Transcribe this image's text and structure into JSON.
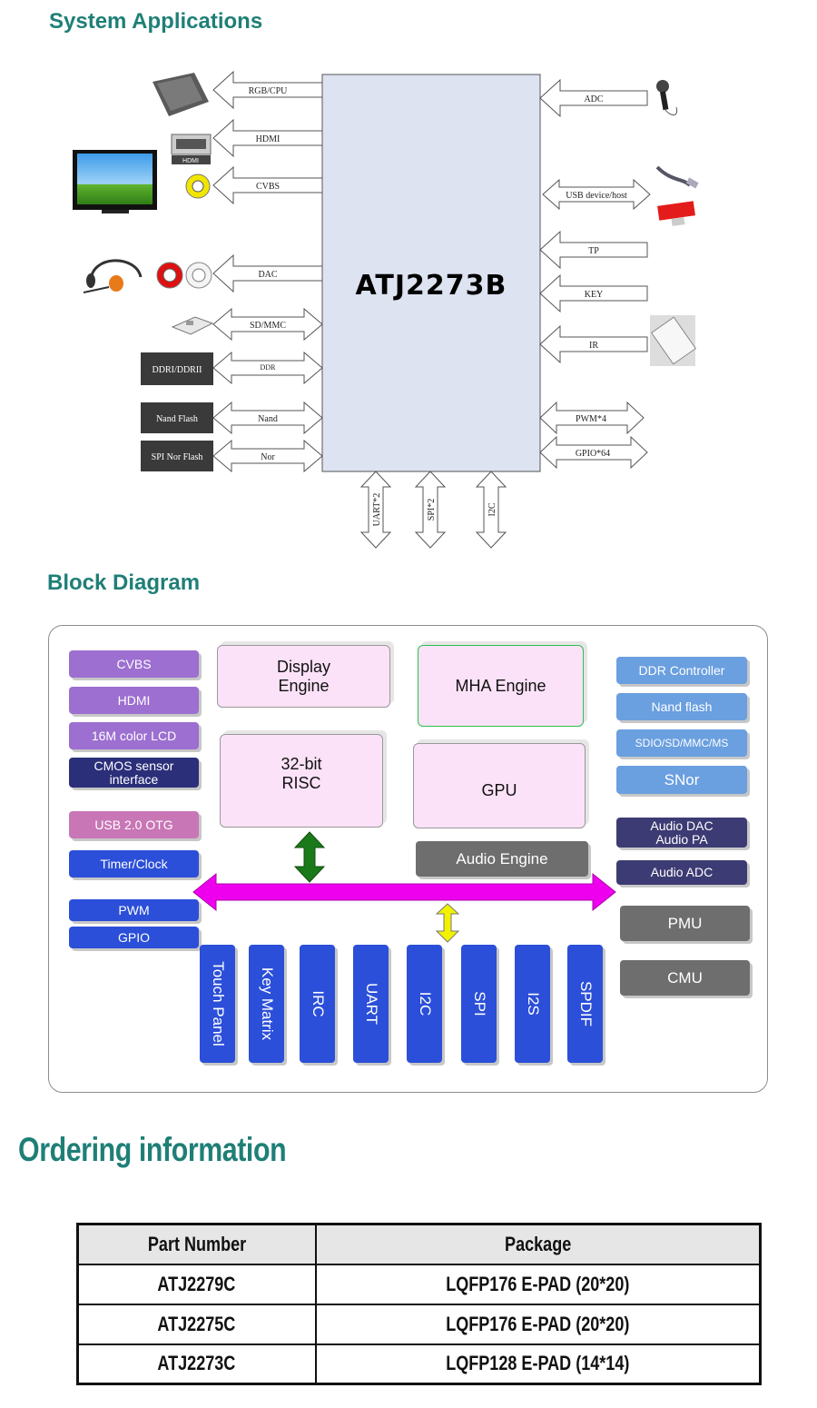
{
  "system_applications": {
    "title": "System Applications",
    "chip_name": "ATJ2273B",
    "left_interfaces": [
      "RGB/CPU",
      "HDMI",
      "CVBS",
      "DAC",
      "SD/MMC",
      "DDR",
      "Nand",
      "Nor"
    ],
    "left_devices": [
      "DDRI/DDRII",
      "Nand Flash",
      "SPI Nor Flash"
    ],
    "hdmi_connector_label": "HDMI",
    "right_interfaces": [
      "ADC",
      "USB device/host",
      "TP",
      "KEY",
      "IR",
      "PWM*4",
      "GPIO*64"
    ],
    "bottom_interfaces": [
      "UART*2",
      "SPI*2",
      "I2C"
    ]
  },
  "block_diagram": {
    "title": "Block Diagram",
    "left_blocks": [
      "CVBS",
      "HDMI",
      "16M color LCD",
      "CMOS sensor interface",
      "USB 2.0 OTG",
      "Timer/Clock",
      "PWM",
      "GPIO"
    ],
    "cmos_line1": "CMOS sensor",
    "cmos_line2": "interface",
    "center_blocks": {
      "display_1": "Display",
      "display_2": "Engine",
      "mha": "MHA Engine",
      "risc_1": "32-bit",
      "risc_2": "RISC",
      "gpu": "GPU",
      "audio": "Audio Engine"
    },
    "right_blocks": [
      "DDR Controller",
      "Nand flash",
      "SDIO/SD/MMC/MS",
      "SNor",
      "Audio DAC Audio PA",
      "Audio ADC",
      "PMU",
      "CMU"
    ],
    "audio_dac_line1": "Audio DAC",
    "audio_dac_line2": "Audio PA",
    "bottom_blocks": [
      "Touch Panel",
      "Key Matrix",
      "IRC",
      "UART",
      "I2C",
      "SPI",
      "I2S",
      "SPDIF"
    ]
  },
  "ordering": {
    "title": "Ordering information",
    "headers": [
      "Part Number",
      "Package"
    ],
    "rows": [
      [
        "ATJ2279C",
        "LQFP176 E-PAD (20*20)"
      ],
      [
        "ATJ2275C",
        "LQFP176 E-PAD (20*20)"
      ],
      [
        "ATJ2273C",
        "LQFP128 E-PAD (14*14)"
      ]
    ]
  },
  "colors": {
    "title_teal": "#1f7f77",
    "bus_magenta": "#ee00ee",
    "arrow_green": "#1a7a1a",
    "arrow_yellow": "#f2f200",
    "chip_fill": "#dde3f0"
  }
}
